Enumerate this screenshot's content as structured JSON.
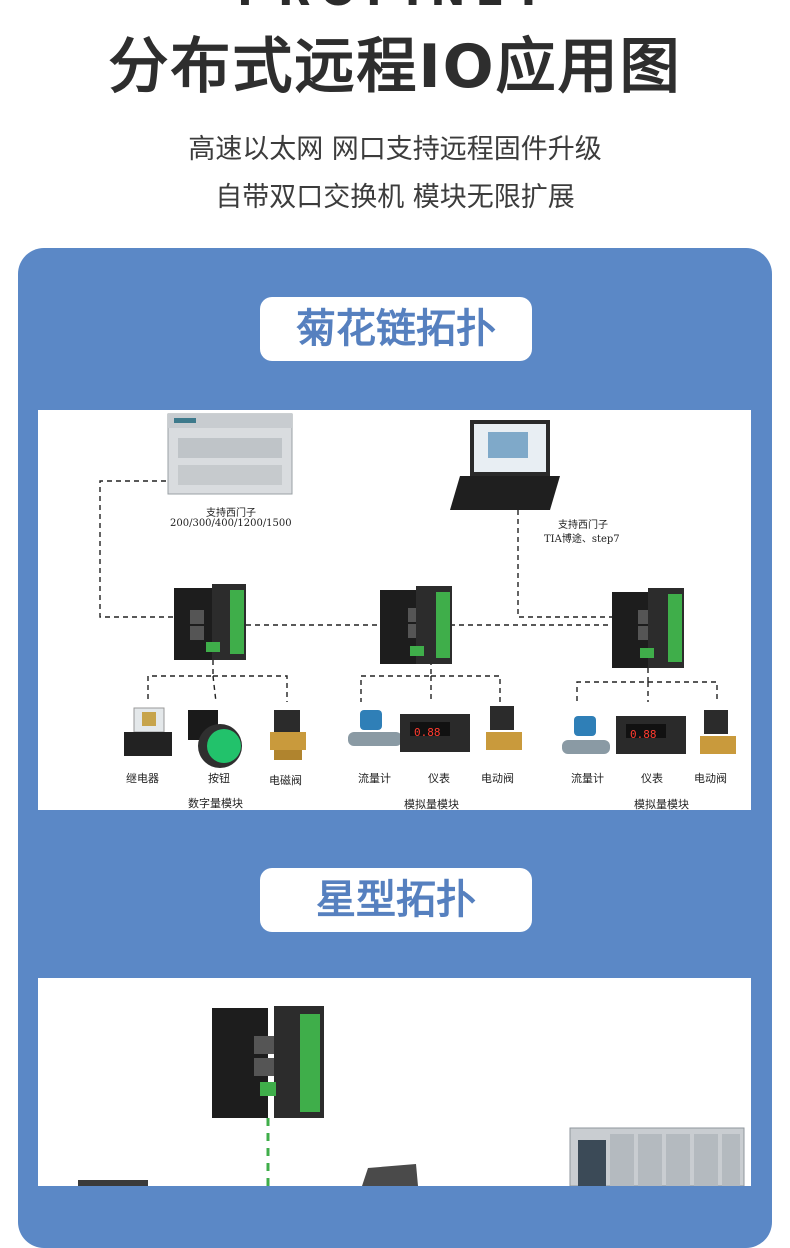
{
  "header": {
    "title": "分布式远程IO应用图",
    "line1": "高速以太网 网口支持远程固件升级",
    "line2": "自带双口交换机 模块无限扩展"
  },
  "daisy": {
    "title": "菊花链拓扑",
    "plc_label": "支持西门子",
    "plc_models": "200/300/400/1200/1500",
    "pc_label": "支持西门子",
    "pc_software": "TIA博途、step7",
    "devices": {
      "relay": "继电器",
      "button": "按钮",
      "solenoid": "电磁阀",
      "flow1": "流量计",
      "meter1": "仪表",
      "valve1": "电动阀",
      "flow2": "流量计",
      "meter2": "仪表",
      "valve2": "电动阀"
    },
    "groups": {
      "digital": "数字量模块",
      "analog1": "模拟量模块",
      "analog2": "模拟量模块"
    },
    "meter_reading": "0.88"
  },
  "star": {
    "title": "星型拓扑"
  },
  "colors": {
    "panel": "#5b88c6",
    "title_text": "#5680bf",
    "terminal_green": "#3fae4a"
  }
}
